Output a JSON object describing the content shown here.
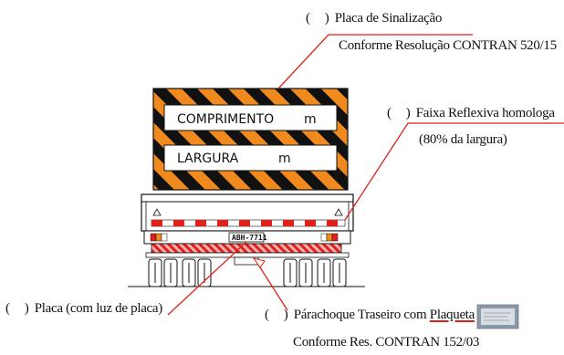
{
  "callouts": {
    "signage_plate": {
      "checkbox": "(   )",
      "title": "Placa de Sinalização",
      "subtitle": "Conforme Resolução CONTRAN 520/15"
    },
    "reflective_strip": {
      "checkbox": "(   )",
      "title": "Faixa Reflexiva homologa",
      "subtitle": "(80% da largura)"
    },
    "license_plate": {
      "checkbox": "(   )",
      "title": "Placa (com luz de placa)"
    },
    "rear_bumper": {
      "checkbox": "(   )",
      "title_prefix": "Párachoque Traseiro com ",
      "title_emph": "Plaqueta",
      "subtitle": "Conforme Res. CONTRAN 152/03"
    }
  },
  "sign": {
    "line1_text": "COMPRIMENTO",
    "line1_unit": "m",
    "line2_text": "LARGURA",
    "line2_unit": "m",
    "stripe_colors": [
      "#f08a1e",
      "#111111"
    ]
  },
  "vehicle": {
    "plate_text": "ABH-7711"
  },
  "colors": {
    "leader_line": "#e0201a",
    "reflective_red": "#e0201a",
    "reflective_white": "#ffffff",
    "sign_orange": "#f08a1e"
  }
}
